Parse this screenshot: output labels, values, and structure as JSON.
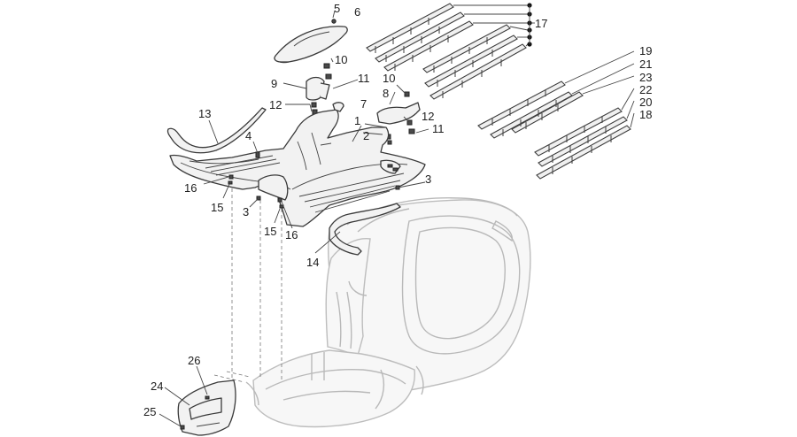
{
  "diagram": {
    "labels": {
      "p1": "1",
      "p2": "2",
      "p3a": "3",
      "p3b": "3",
      "p4": "4",
      "p5": "5",
      "p6": "6",
      "p7": "7",
      "p8": "8",
      "p9": "9",
      "p10a": "10",
      "p10b": "10",
      "p11a": "11",
      "p11b": "11",
      "p12a": "12",
      "p12b": "12",
      "p13": "13",
      "p14": "14",
      "p15a": "15",
      "p15b": "15",
      "p16a": "16",
      "p16b": "16",
      "p17": "17",
      "p18": "18",
      "p19": "19",
      "p20": "20",
      "p21": "21",
      "p22": "22",
      "p23": "23",
      "p24": "24",
      "p25": "25",
      "p26": "26"
    },
    "colors": {
      "line": "#3a3a3a",
      "ghost": "#b9b9b9",
      "fill": "#f2f2f2"
    }
  }
}
